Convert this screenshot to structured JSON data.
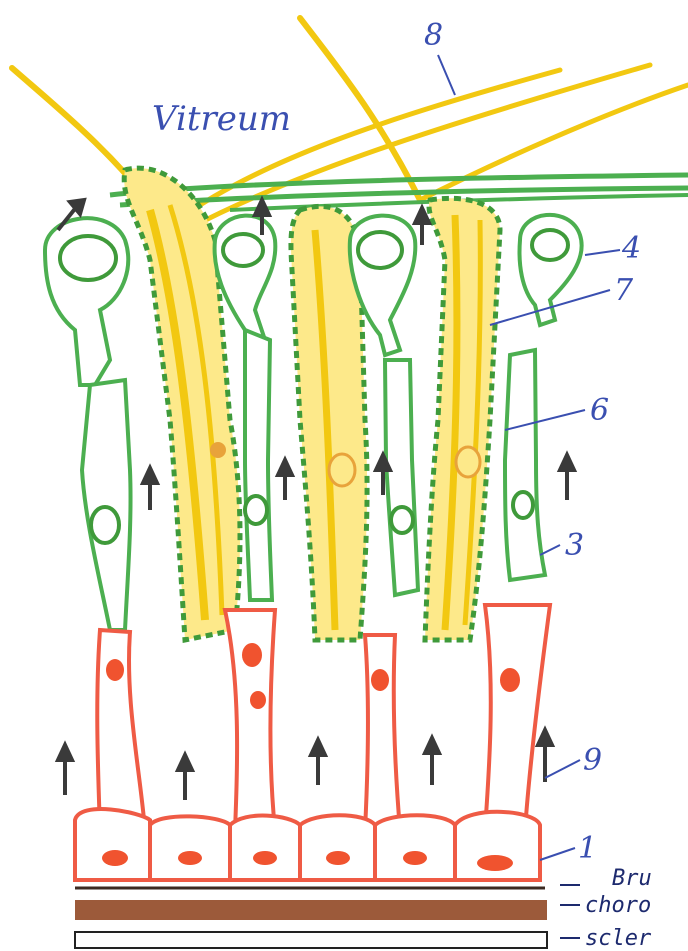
{
  "title": "Vitreum",
  "labels": {
    "l1": "1",
    "l3": "3",
    "l4": "4",
    "l6": "6",
    "l7": "7",
    "l8": "8",
    "l9": "9"
  },
  "bottom_labels": {
    "bruch": "Bru",
    "choroid": "choro",
    "sclera": "scler"
  },
  "colors": {
    "muller_glia": "#f2c811",
    "glia_sheath": "#3f9a3a",
    "neurons": "#4caf50",
    "photoreceptors": "#ef5b45",
    "photoreceptor_nucleus": "#f0532f",
    "bruch_line": "#3b2a22",
    "choroid": "#9c5a3a",
    "label_ink": "#3a4fb0",
    "arrow": "#3a3a3a"
  }
}
